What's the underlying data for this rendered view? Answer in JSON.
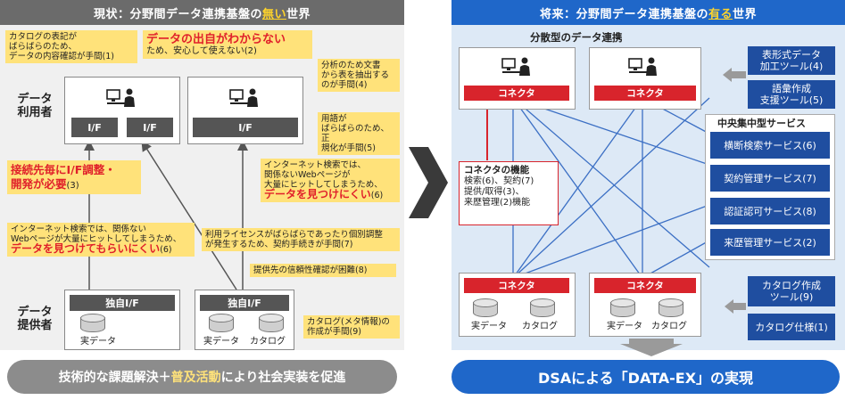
{
  "left_header": {
    "prefix": "現状：分野間データ連携基盤の",
    "highlight": "無い",
    "suffix": "世界"
  },
  "right_header": {
    "prefix": "将来：分野間データ連携基盤の",
    "highlight": "有る",
    "suffix": "世界"
  },
  "left": {
    "roles": {
      "users": "データ\n利用者",
      "providers": "データ\n提供者"
    },
    "if_label": "I/F",
    "own_if_label": "独自I/F",
    "data_label": "実データ",
    "catalog_label": "カタログ",
    "notes": {
      "n1": "カタログの表記が\nばらばらのため、\nデータの内容確認が手間(1)",
      "n2_title": "データの出自がわからない",
      "n2_body": "ため、安心して使えない(2)",
      "n4": "分析のため文書\nから表を抽出する\nのが手間(4)",
      "n5": "用語が\nばらばらのため、正\n規化が手間(5)",
      "n3_title": "接続先毎にI/F調整・\n開発が必要",
      "n3_num": "(3)",
      "n6b_body": "インターネット検索では、\n関係ないWebページが\n大量にヒットしてしまうため、",
      "n6b_title": "データを見つけにくい",
      "n6b_num": "(6)",
      "n6a_body": "インターネット検索では、関係ない\nWebページが大量にヒットしてしまうため、",
      "n6a_title": "データを見つけてもらいにくい",
      "n6a_num": "(6)",
      "n7": "利用ライセンスがばらばらであったり個別調整\nが発生するため、契約手続きが手間(7)",
      "n8": "提供先の信頼性確認が困難(8)",
      "n9": "カタログ(メタ情報)の\n作成が手間(9)"
    }
  },
  "right": {
    "distributed_title": "分散型のデータ連携",
    "connector_label": "コネクタ",
    "connector_func_title": "コネクタの機能",
    "connector_func_body": "検索(6)、契約(7)\n提供/取得(3)、\n来歴管理(2)機能",
    "tools": [
      "表形式データ\n加工ツール(4)",
      "語彙作成\n支援ツール(5)"
    ],
    "central_title": "中央集中型サービス",
    "services": [
      "横断検索サービス(6)",
      "契約管理サービス(7)",
      "認証認可サービス(8)",
      "来歴管理サービス(2)"
    ],
    "catalog_tools": [
      "カタログ作成\nツール(9)",
      "カタログ仕様(1)"
    ],
    "data_label": "実データ",
    "catalog_label": "カタログ"
  },
  "bottom": {
    "left_pre": "技術的な課題解決＋",
    "left_em": "普及活動",
    "left_post": "により社会実装を促進",
    "right": "DSAによる「DATA-EX」の実現"
  },
  "colors": {
    "dark_gray": "#555555",
    "yellow": "#ffe27a",
    "red": "#d8242c",
    "blue": "#1f4ea0",
    "light_blue": "#dde9f6"
  }
}
